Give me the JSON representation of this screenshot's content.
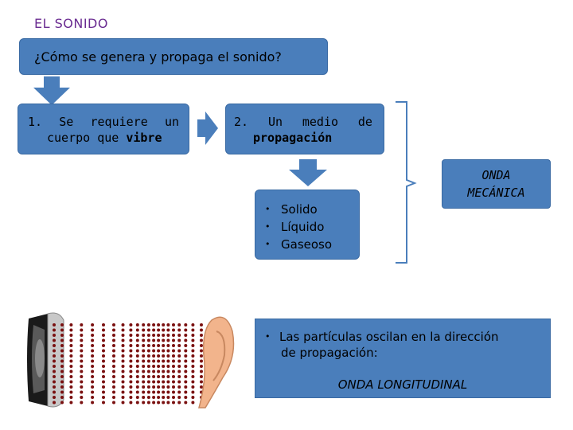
{
  "header": {
    "title": "EL SONIDO"
  },
  "question": {
    "text": "¿Cómo se genera y propaga el sonido?"
  },
  "box1": {
    "num": "1.",
    "words": [
      "Se",
      "requiere",
      "un"
    ],
    "line2_a": "cuerpo que ",
    "line2_b": "vibre"
  },
  "box2": {
    "num": "2.",
    "words": [
      "Un",
      "medio",
      "de"
    ],
    "line2": "propagación"
  },
  "media": {
    "items": [
      "Solido",
      "Líquido",
      "Gaseoso"
    ]
  },
  "onda": {
    "line1": "ONDA",
    "line2": "MECÁNICA"
  },
  "box4": {
    "line1": "Las partículas oscilan en la dirección",
    "line2": "de propagación:",
    "result": "ONDA LONGITUDINAL"
  },
  "colors": {
    "box_fill": "#4a7ebb",
    "title": "#6a2c91",
    "particle": "#7a1010"
  },
  "icons": [
    "arrow-down-icon",
    "arrow-right-icon",
    "bracket",
    "speaker-icon",
    "ear-icon",
    "bullet-icon"
  ]
}
